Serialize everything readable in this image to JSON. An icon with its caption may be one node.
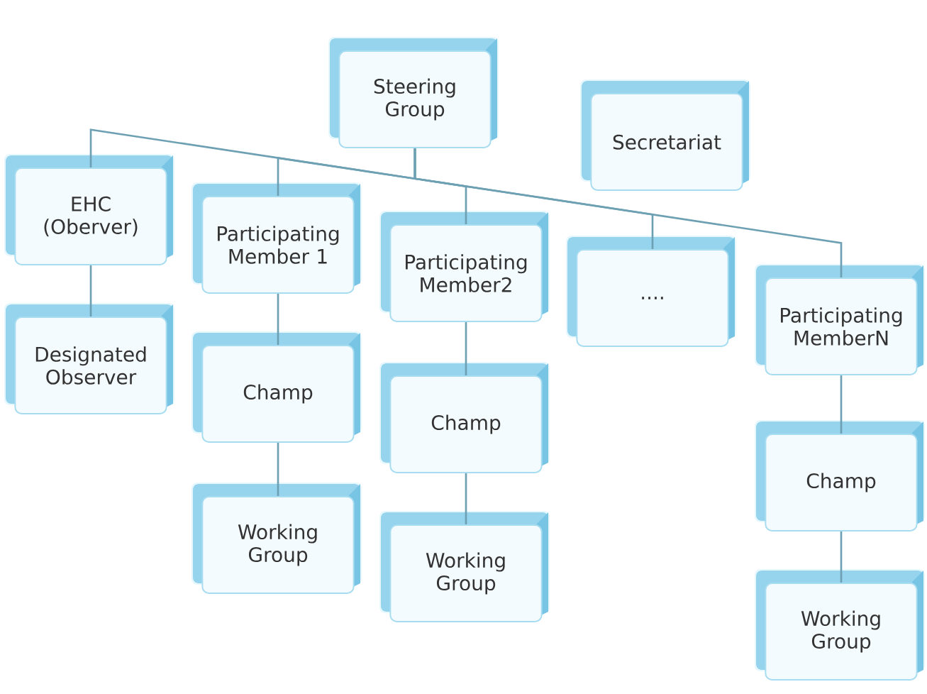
{
  "diagram": {
    "nodes": [
      {
        "text": [
          "Steering Group"
        ]
      },
      {
        "text": [
          "Secretariat"
        ]
      },
      {
        "text": [
          "EHC (Oberver)"
        ]
      },
      {
        "text": [
          "Participating Member 1"
        ]
      },
      {
        "text": [
          "Participating Member2"
        ]
      },
      {
        "text": [
          "...."
        ]
      },
      {
        "text": [
          "Participating MemberN"
        ]
      },
      {
        "text": [
          "Designated Observer"
        ]
      },
      {
        "text": [
          "Champ"
        ]
      },
      {
        "text": [
          "Working Group"
        ]
      },
      {
        "text": [
          "Champ"
        ]
      },
      {
        "text": [
          "Working Group"
        ]
      },
      {
        "text": [
          "Champ"
        ]
      },
      {
        "text": [
          "Working Group"
        ]
      }
    ],
    "edges": [
      {
        "from": 0,
        "to": 2,
        "arrow": "none"
      },
      {
        "from": 0,
        "to": 3,
        "arrow": "none"
      },
      {
        "from": 0,
        "to": 4,
        "arrow": "none"
      },
      {
        "from": 0,
        "to": 5,
        "arrow": "none"
      },
      {
        "from": 0,
        "to": 6,
        "arrow": "none"
      },
      {
        "from": 2,
        "to": 7,
        "arrow": "none"
      },
      {
        "from": 3,
        "to": 8,
        "arrow": "none"
      },
      {
        "from": 8,
        "to": 9,
        "arrow": "none"
      },
      {
        "from": 4,
        "to": 10,
        "arrow": "none"
      },
      {
        "from": 10,
        "to": 11,
        "arrow": "none"
      },
      {
        "from": 6,
        "to": 12,
        "arrow": "none"
      },
      {
        "from": 12,
        "to": 13,
        "arrow": "none"
      }
    ]
  }
}
